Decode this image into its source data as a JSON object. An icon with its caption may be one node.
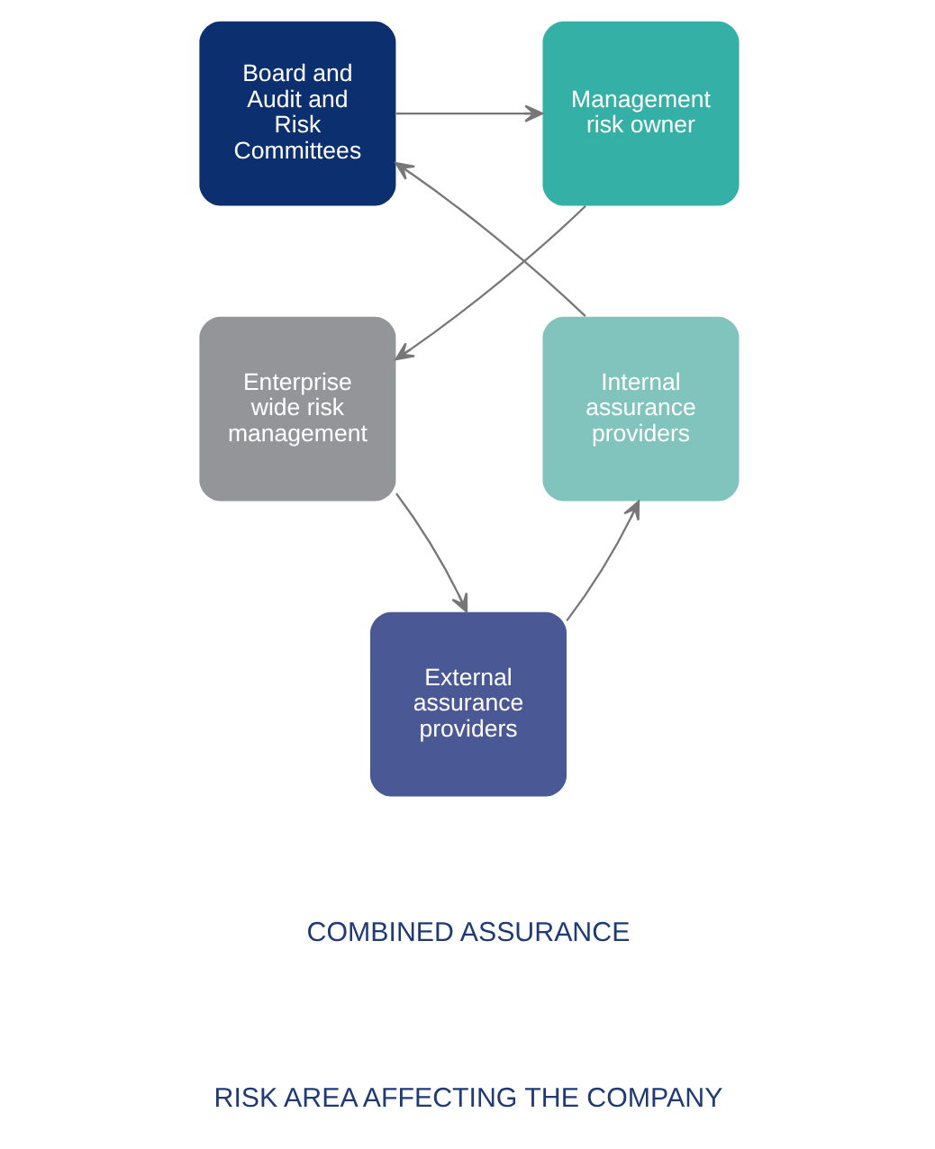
{
  "diagram": {
    "nodes": [
      {
        "text": [
          "Board and Audit and Risk Committees"
        ]
      },
      {
        "text": [
          "Management risk owner"
        ]
      },
      {
        "text": [
          "Enterprise wide risk management"
        ]
      },
      {
        "text": [
          "External assurance providers"
        ]
      },
      {
        "text": [
          "Internal assurance providers"
        ]
      }
    ],
    "edges": [
      {
        "from": 0,
        "to": 1,
        "arrow": "to"
      },
      {
        "from": 1,
        "to": 2,
        "arrow": "to"
      },
      {
        "from": 2,
        "to": 3,
        "arrow": "to"
      },
      {
        "from": 3,
        "to": 4,
        "arrow": "to"
      },
      {
        "from": 4,
        "to": 0,
        "arrow": "to"
      }
    ],
    "labels": [
      "COMBINED ASSURANCE",
      "RISK AREA AFFECTING THE COMPANY"
    ]
  }
}
